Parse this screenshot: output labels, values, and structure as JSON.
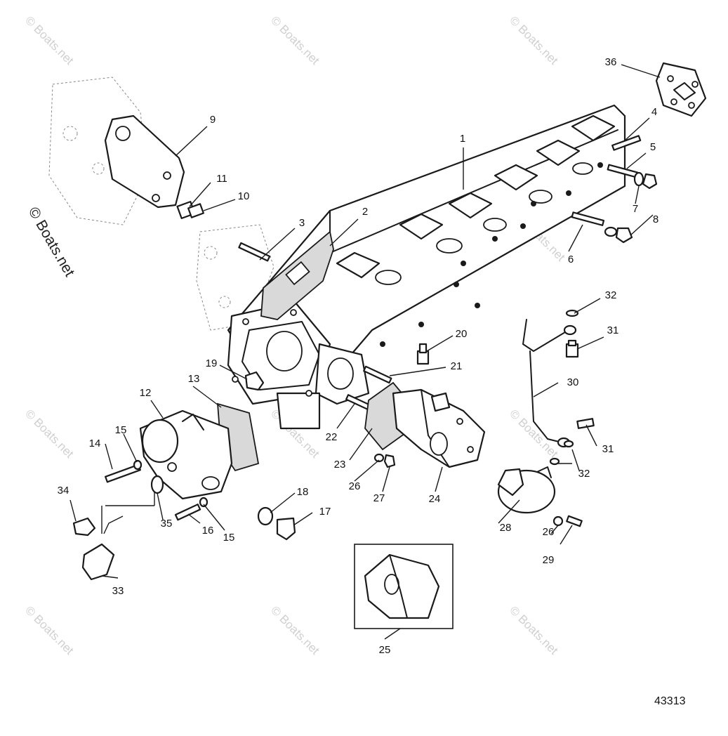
{
  "diagram": {
    "watermark": "© Boats.net",
    "side_watermark": "© Boats.net",
    "figure_number": "43313",
    "callouts": [
      {
        "key": "c1",
        "text": "1"
      },
      {
        "key": "c2",
        "text": "2"
      },
      {
        "key": "c3",
        "text": "3"
      },
      {
        "key": "c4",
        "text": "4"
      },
      {
        "key": "c5",
        "text": "5"
      },
      {
        "key": "c6",
        "text": "6"
      },
      {
        "key": "c7",
        "text": "7"
      },
      {
        "key": "c8",
        "text": "8"
      },
      {
        "key": "c9",
        "text": "9"
      },
      {
        "key": "c10",
        "text": "10"
      },
      {
        "key": "c11",
        "text": "11"
      },
      {
        "key": "c12",
        "text": "12"
      },
      {
        "key": "c13",
        "text": "13"
      },
      {
        "key": "c14",
        "text": "14"
      },
      {
        "key": "c15a",
        "text": "15"
      },
      {
        "key": "c15b",
        "text": "15"
      },
      {
        "key": "c16",
        "text": "16"
      },
      {
        "key": "c17",
        "text": "17"
      },
      {
        "key": "c18",
        "text": "18"
      },
      {
        "key": "c19",
        "text": "19"
      },
      {
        "key": "c20",
        "text": "20"
      },
      {
        "key": "c21",
        "text": "21"
      },
      {
        "key": "c22",
        "text": "22"
      },
      {
        "key": "c23",
        "text": "23"
      },
      {
        "key": "c24",
        "text": "24"
      },
      {
        "key": "c25",
        "text": "25"
      },
      {
        "key": "c26a",
        "text": "26"
      },
      {
        "key": "c26b",
        "text": "26"
      },
      {
        "key": "c27",
        "text": "27"
      },
      {
        "key": "c28",
        "text": "28"
      },
      {
        "key": "c29",
        "text": "29"
      },
      {
        "key": "c30",
        "text": "30"
      },
      {
        "key": "c31a",
        "text": "31"
      },
      {
        "key": "c31b",
        "text": "31"
      },
      {
        "key": "c32a",
        "text": "32"
      },
      {
        "key": "c32b",
        "text": "32"
      },
      {
        "key": "c33",
        "text": "33"
      },
      {
        "key": "c34",
        "text": "34"
      },
      {
        "key": "c35",
        "text": "35"
      },
      {
        "key": "c36",
        "text": "36"
      }
    ]
  }
}
